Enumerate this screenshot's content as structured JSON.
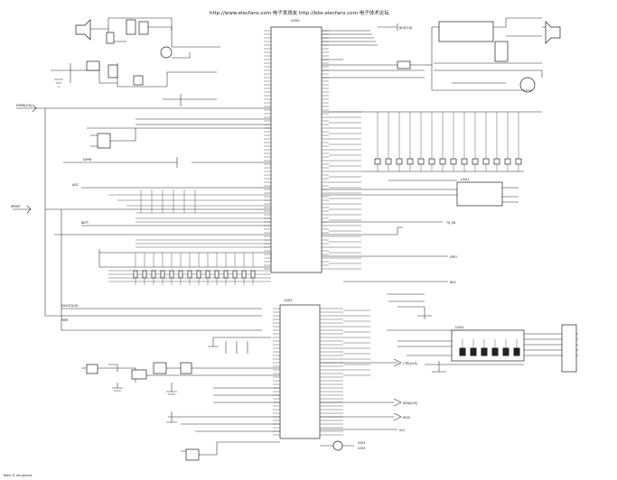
{
  "header": {
    "text": "http://www.elecfans.com 电子发烧友 http://bbs.elecfans.com 电子技术论坛"
  },
  "nets_left": [
    "EXPIN[0:8]",
    "HPDET",
    "EXPIN",
    "ADC",
    "BATT",
    "EXOUT[0:8]",
    "PWR"
  ],
  "nets_right": [
    "BUS[0:8]",
    "TX_EN",
    "GPIO",
    "BUS",
    "CTRL[0:8]",
    "DATA[0:8]",
    "MCIO",
    "VCC"
  ],
  "chip_labels": [
    "U200",
    "U201",
    "U202",
    "U203",
    "U204",
    "U205"
  ],
  "footer": "Note: IC are ground"
}
